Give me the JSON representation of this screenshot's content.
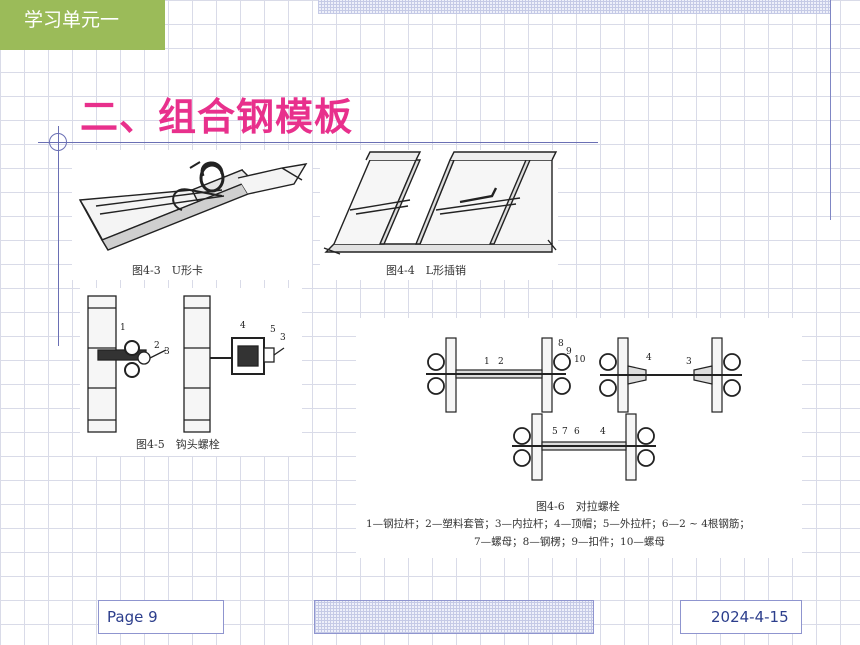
{
  "header": {
    "unit_label": "学习单元一"
  },
  "slide": {
    "title": "二、组合钢模板"
  },
  "figures": {
    "fig_4_3": {
      "caption": "图4-3　U形卡"
    },
    "fig_4_4": {
      "caption": "图4-4　L形插销"
    },
    "fig_4_5": {
      "caption": "图4-5　钩头螺栓",
      "labels": [
        "1",
        "2",
        "3",
        "4",
        "5",
        "3"
      ]
    },
    "fig_4_6": {
      "caption": "图4-6　对拉螺栓",
      "labels_top_left": [
        "1",
        "2",
        "8",
        "9",
        "10"
      ],
      "labels_top_right": [
        "4",
        "3"
      ],
      "labels_bottom": [
        "5",
        "7",
        "6",
        "4"
      ],
      "legend_line1": "1—钢拉杆；2—塑料套管；3—内拉杆；4—顶帽；5—外拉杆；6—2 ~ 4根钢筋；",
      "legend_line2": "7—螺母；8—钢楞；9—扣件；10—螺母"
    }
  },
  "footer": {
    "page": "Page 9",
    "date": "2024-4-15"
  },
  "colors": {
    "accent_green": "#9bbb59",
    "title_pink": "#e8308c",
    "footer_blue": "#2c3e8c"
  }
}
